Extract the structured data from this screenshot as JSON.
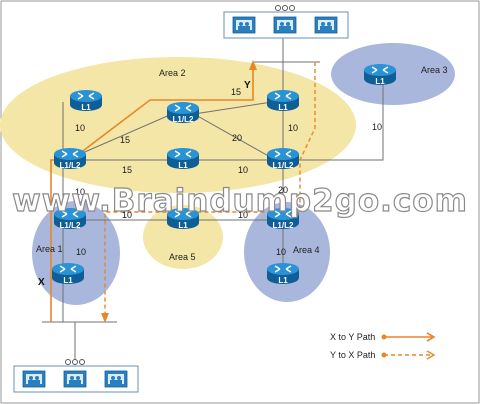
{
  "areas": {
    "area2": "Area 2",
    "area3": "Area 3",
    "area1": "Area 1",
    "area4": "Area 4",
    "area5": "Area 5"
  },
  "routers": {
    "top_left": "L1",
    "top_mid": "L1/L2",
    "top_right": "L1",
    "mid_left": "L1/L2",
    "mid_center": "L1",
    "mid_right": "L1/L2",
    "area3": "L1",
    "a1_top": "L1/L2",
    "a1_bot": "L1",
    "a5": "L1",
    "a4_top": "L1/L2",
    "a4_bot": "L1"
  },
  "metrics": {
    "topleft_midleft": "10",
    "midleft_topmid": "15",
    "topmid_topright": "15",
    "topmid_midright": "20",
    "midleft_midcenter": "15",
    "midcenter_midright": "10",
    "topright_midright": "10",
    "midright_area3": "10",
    "midright_a4top": "20",
    "midleft_a1top": "10",
    "a1top_a5": "10",
    "a5_a4top": "10",
    "a1top_a1bot": "10",
    "a4top_a4bot": "10"
  },
  "markers": {
    "x": "X",
    "y": "Y"
  },
  "watermark": "www.Braindump2go.com",
  "legend": {
    "x_to_y": "X to Y Path",
    "y_to_x": "Y to X Path"
  },
  "colors": {
    "area_yellow": "#f4e6a6",
    "area_blue": "#a9b7dd",
    "router_blue": "#1b7fc4",
    "path_orange": "#e8862a",
    "link_gray": "#707070"
  }
}
